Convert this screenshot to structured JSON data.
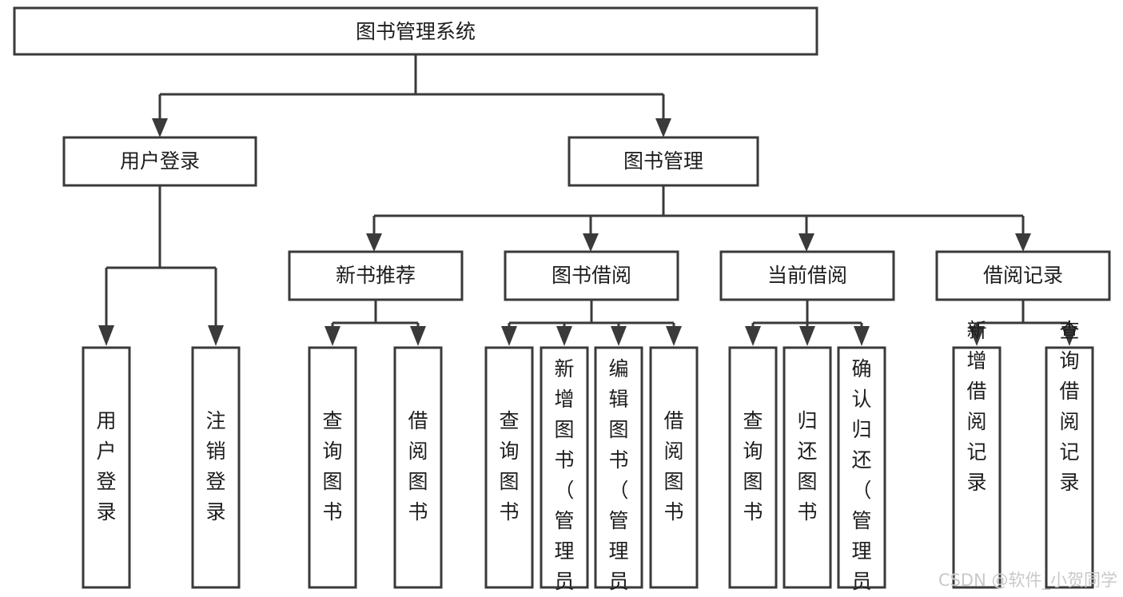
{
  "diagram": {
    "type": "tree-hierarchy",
    "title": "图书管理系统",
    "watermark": "CSDN @软件_小贺同学",
    "colors": {
      "stroke": "#3a3a3a",
      "box_fill": "#ffffff",
      "text": "#1d1d1d",
      "background": "#ffffff",
      "watermark": "#c9c9c9"
    },
    "root": {
      "label": "图书管理系统"
    },
    "level2": [
      {
        "label": "用户登录"
      },
      {
        "label": "图书管理"
      }
    ],
    "level3": [
      {
        "label": "新书推荐"
      },
      {
        "label": "图书借阅"
      },
      {
        "label": "当前借阅"
      },
      {
        "label": "借阅记录"
      }
    ],
    "leaves": {
      "user_login": [
        {
          "label": "用户登录"
        },
        {
          "label": "注销登录"
        }
      ],
      "new_book_recommend": [
        {
          "label": "查询图书"
        },
        {
          "label": "借阅图书"
        }
      ],
      "book_borrow": [
        {
          "label": "查询图书"
        },
        {
          "label": "新增图书（管理员）"
        },
        {
          "label": "编辑图书（管理员）"
        },
        {
          "label": "借阅图书"
        }
      ],
      "current_borrow": [
        {
          "label": "查询图书"
        },
        {
          "label": "归还图书"
        },
        {
          "label": "确认归还（管理员）"
        }
      ],
      "borrow_record": [
        {
          "label": "新增借阅记录"
        },
        {
          "label": "查询借阅记录"
        }
      ]
    }
  }
}
